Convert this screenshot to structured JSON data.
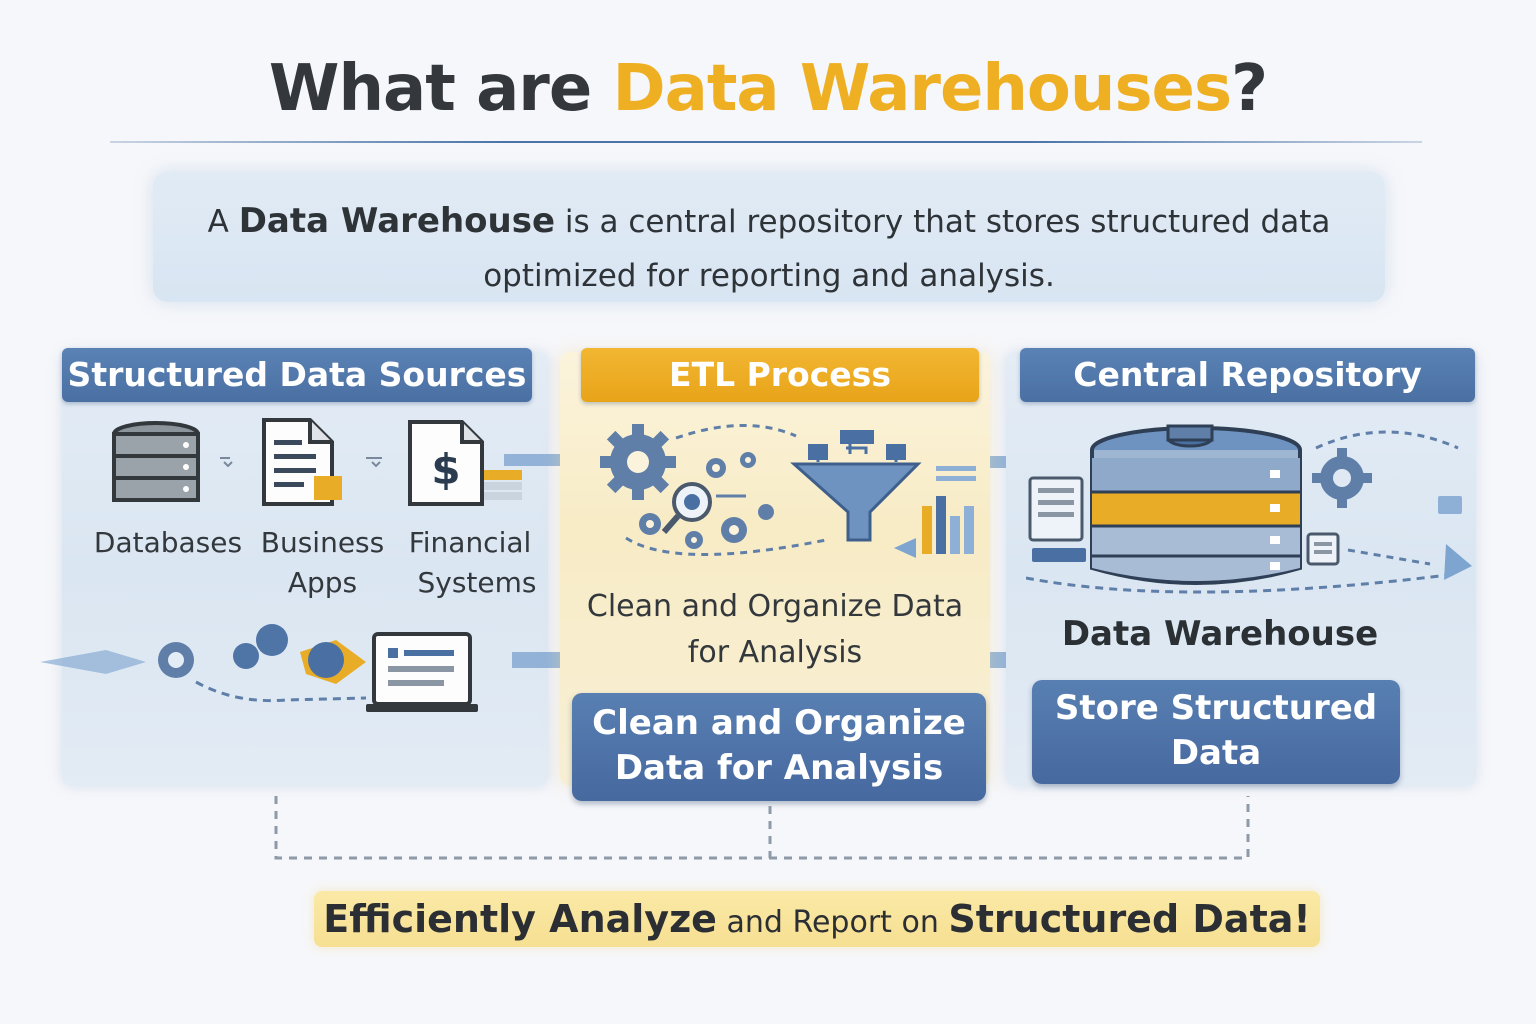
{
  "title": {
    "part1": "What are ",
    "highlight": "Data Warehouses",
    "part3": "?"
  },
  "definition": {
    "prefix": "A ",
    "term": "Data Warehouse",
    "rest_line1": " is a central repository that stores structured data",
    "line2": "optimized for reporting and analysis."
  },
  "panels": {
    "sources": {
      "header": "Structured Data Sources",
      "items": [
        {
          "label": "Databases",
          "icon": "database-icon"
        },
        {
          "label_line1": "Business",
          "label_line2": "Apps",
          "icon": "document-icon"
        },
        {
          "label_line1": "Financial",
          "label_line2": "Systems",
          "icon": "dollar-document-icon"
        }
      ]
    },
    "etl": {
      "header": "ETL Process",
      "caption_line1": "Clean and Organize Data",
      "caption_line2": "for Analysis",
      "button_line1": "Clean and Organize",
      "button_line2": "Data for Analysis"
    },
    "repository": {
      "header": "Central Repository",
      "label": "Data Warehouse",
      "button_line1": "Store Structured",
      "button_line2": "Data"
    }
  },
  "banner": {
    "bold1": "Efficiently Analyze",
    "regular": " and Report on ",
    "bold2": "Structured Data!"
  },
  "colors": {
    "accent_gold": "#efaf23",
    "primary_blue": "#4a70a3",
    "light_blue": "#dae6f2"
  }
}
